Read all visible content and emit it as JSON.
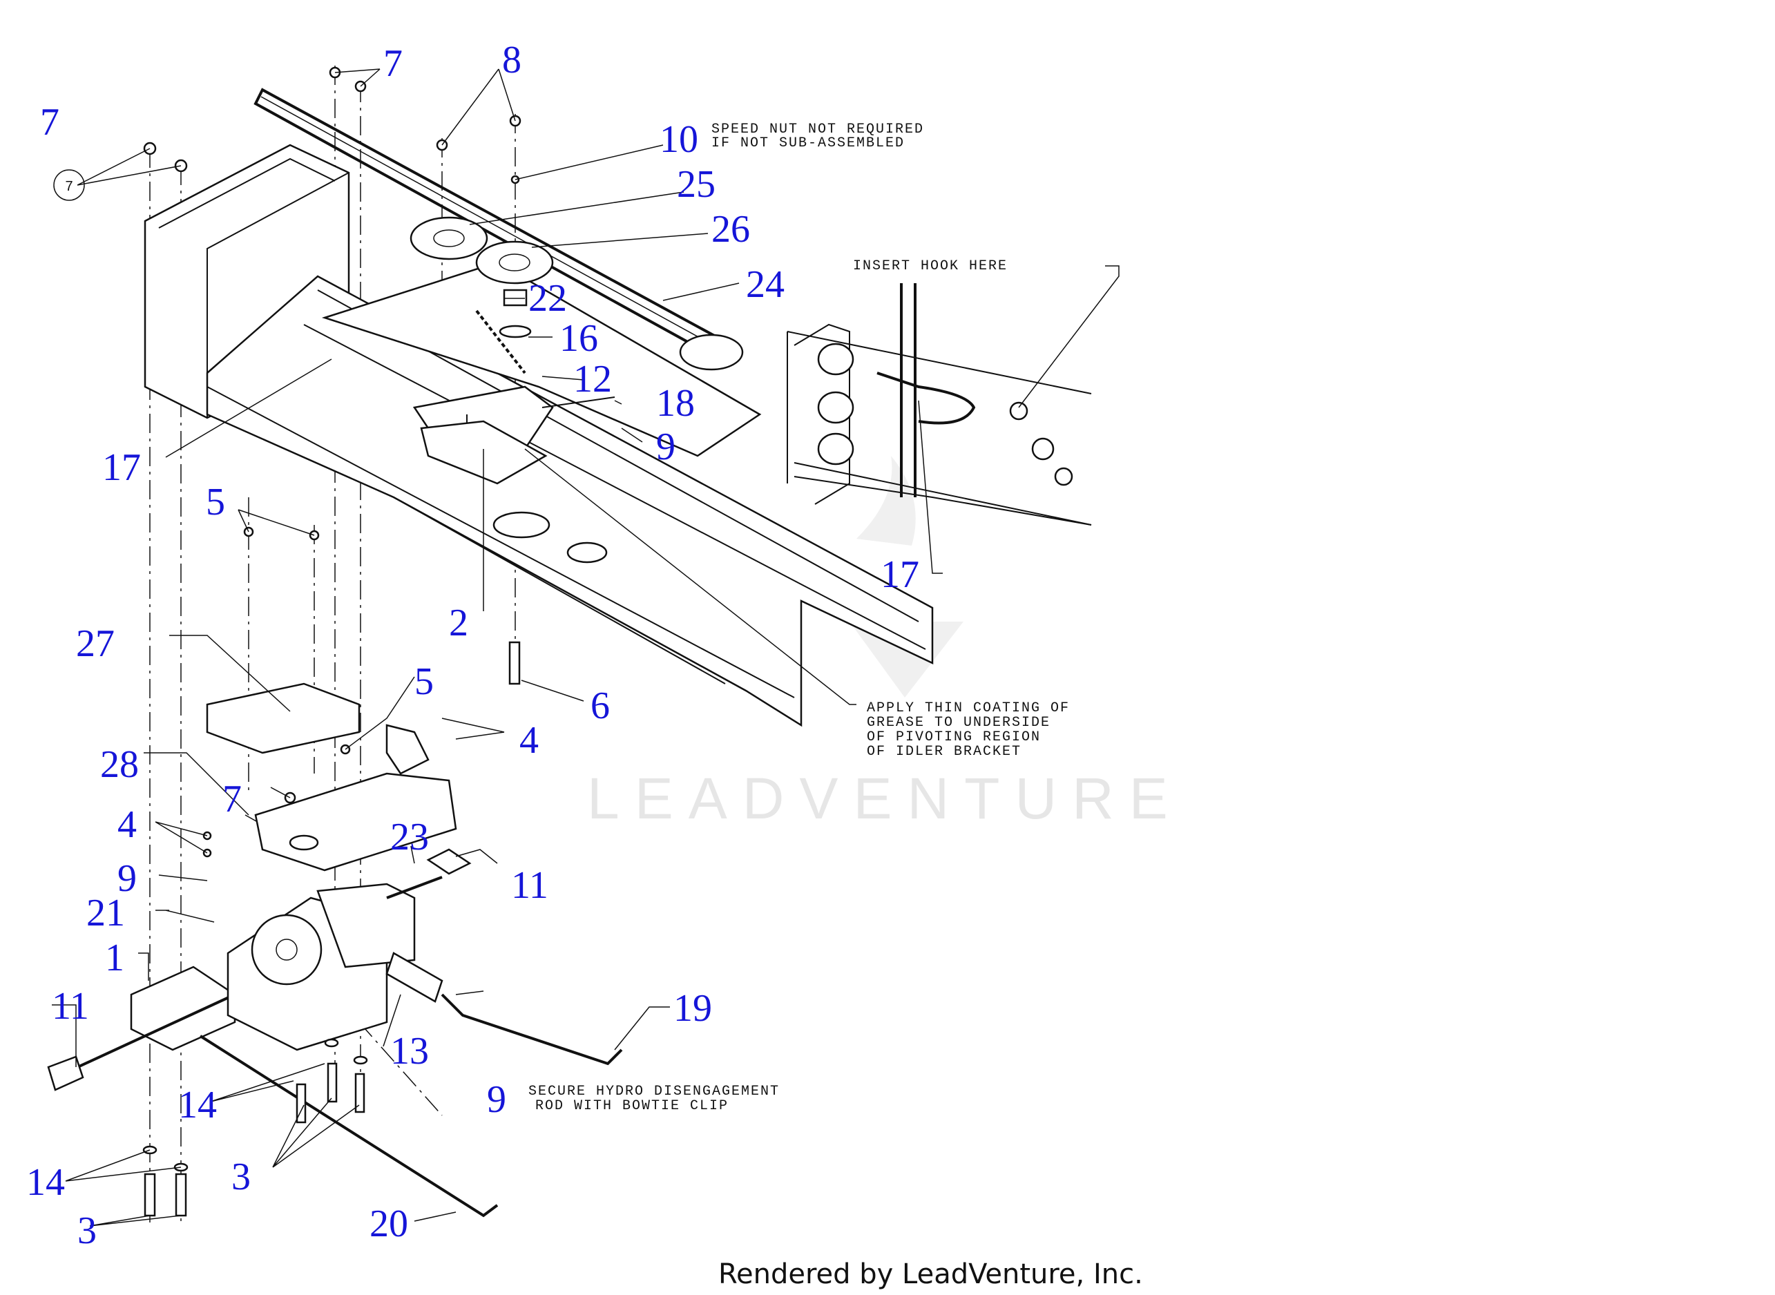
{
  "callouts": {
    "c7_left": "7",
    "c7_circle": "7",
    "c7_top": "7",
    "c8": "8",
    "c10": "10",
    "c25": "25",
    "c26": "26",
    "c24": "24",
    "c22": "22",
    "c16": "16",
    "c12": "12",
    "c18": "18",
    "c9_a": "9",
    "c17_a": "17",
    "c5_a": "5",
    "c2": "2",
    "c27": "27",
    "c6": "6",
    "c5_b": "5",
    "c4_a": "4",
    "c28": "28",
    "c7_b": "7",
    "c4_b": "4",
    "c23": "23",
    "c9_b": "9",
    "c11_a": "11",
    "c21": "21",
    "c1": "1",
    "c11_b": "11",
    "c13": "13",
    "c19": "19",
    "c14_a": "14",
    "c9_c": "9",
    "c3_a": "3",
    "c14_b": "14",
    "c3_b": "3",
    "c20": "20",
    "c17_b": "17"
  },
  "notes": {
    "speed_nut": [
      "SPEED NUT NOT REQUIRED",
      "IF NOT SUB-ASSEMBLED"
    ],
    "insert_hook": "INSERT HOOK HERE",
    "grease": [
      "APPLY THIN COATING OF",
      "GREASE TO UNDERSIDE",
      "OF PIVOTING REGION",
      "OF IDLER BRACKET"
    ],
    "hydro": [
      "SECURE HYDRO DISENGAGEMENT",
      "ROD WITH BOWTIE CLIP"
    ]
  },
  "watermark": "LEADVENTURE",
  "footer": "Rendered by LeadVenture, Inc.",
  "colors": {
    "callout": "#1515d8",
    "line": "#111111",
    "watermark": "#e6e6e6"
  }
}
